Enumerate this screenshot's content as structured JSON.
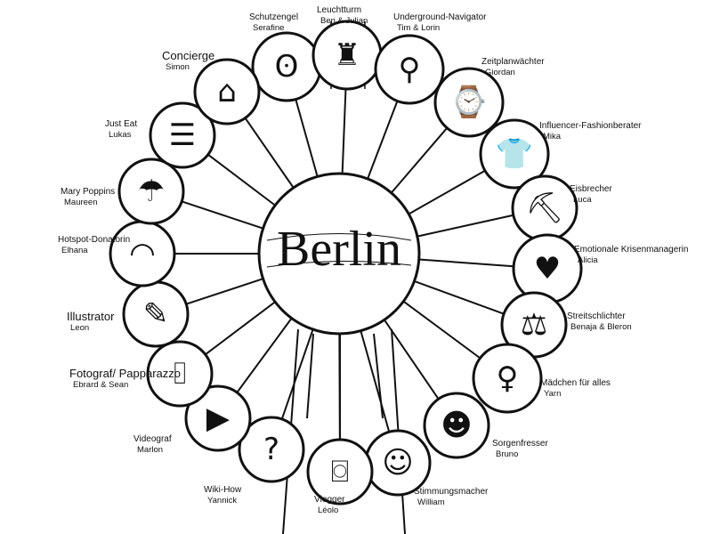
{
  "center": {
    "title": "Berlin"
  },
  "nodes": [
    {
      "role": "Schutzengel",
      "name": "Serafine",
      "icon": "angel-wings-icon",
      "glyph": "ʘ"
    },
    {
      "role": "Leuchtturm",
      "name": "Ben & Julian",
      "icon": "lighthouse-icon",
      "glyph": "♜"
    },
    {
      "role": "Underground-Navigator",
      "name": "Tim & Lorin",
      "icon": "map-pin-icon",
      "glyph": "⚲"
    },
    {
      "role": "Zeitplanwächter",
      "name": "Giordan",
      "icon": "watch-icon",
      "glyph": "⌚"
    },
    {
      "role": "Influencer-Fashionberater",
      "name": "Mika",
      "icon": "tshirt-icon",
      "glyph": "👕"
    },
    {
      "role": "Eisbrecher",
      "name": "Luca",
      "icon": "ice-pick-icon",
      "glyph": "⛏"
    },
    {
      "role": "Emotionale Krisenmanagerin",
      "name": "Alicia",
      "icon": "broken-heart-icon",
      "glyph": "♥"
    },
    {
      "role": "Streitschlichter",
      "name": "Benaja & Bleron",
      "icon": "gavel-icon",
      "glyph": "⚖"
    },
    {
      "role": "Mädchen für alles",
      "name": "Yarn",
      "icon": "dress-icon",
      "glyph": "♀"
    },
    {
      "role": "Sorgenfresser",
      "name": "Bruno",
      "icon": "smiley-monster-icon",
      "glyph": "☻"
    },
    {
      "role": "Stimmungsmacher",
      "name": "William",
      "icon": "laughing-face-icon",
      "glyph": "☺"
    },
    {
      "role": "Vlogger",
      "name": "Léolo",
      "icon": "selfie-stick-camera-icon",
      "glyph": "⌼"
    },
    {
      "role": "Wiki-How",
      "name": "Yannick",
      "icon": "question-mark-icon",
      "glyph": "?"
    },
    {
      "role": "Videograf",
      "name": "Marlon",
      "icon": "video-camera-icon",
      "glyph": "▶"
    },
    {
      "role": "Fotograf/ Papparazzo",
      "name": "Ebrard & Sean",
      "icon": "photo-camera-icon",
      "glyph": "⌷"
    },
    {
      "role": "Illustrator",
      "name": "Leon",
      "icon": "pencil-icon",
      "glyph": "✎"
    },
    {
      "role": "Hotspot-Donatorin",
      "name": "Elhana",
      "icon": "wifi-icon",
      "glyph": "◠"
    },
    {
      "role": "Mary Poppins",
      "name": "Maureen",
      "icon": "umbrella-icon",
      "glyph": "☂"
    },
    {
      "role": "Just Eat",
      "name": "Lukas",
      "icon": "burger-icon",
      "glyph": "☰"
    },
    {
      "role": "Concierge",
      "name": "Simon",
      "icon": "bellhop-hat-icon",
      "glyph": "⌂"
    }
  ]
}
